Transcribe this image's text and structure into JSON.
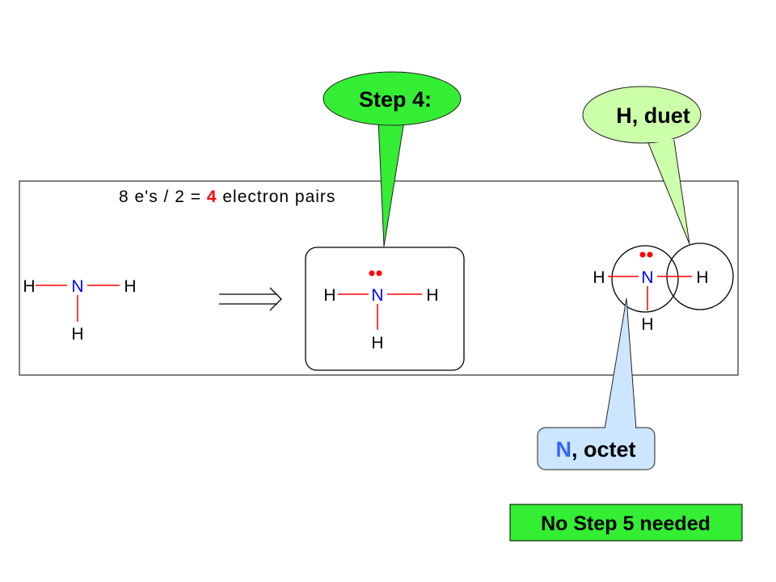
{
  "formula": {
    "part1": "8 e's / 2 = ",
    "highlight": "4",
    "part2": " electron  pairs"
  },
  "molecules": {
    "left": {
      "center": "N",
      "left": "H",
      "right": "H",
      "bottom": "H"
    },
    "middle": {
      "center": "N",
      "left": "H",
      "right": "H",
      "bottom": "H"
    },
    "right": {
      "center": "N",
      "left": "H",
      "right": "H",
      "bottom": "H"
    }
  },
  "callouts": {
    "step4": "Step 4:",
    "duet": "H, duet",
    "octet_symbol": "N",
    "octet_rest": ", octet"
  },
  "result_badge": "No Step 5 needed",
  "colors": {
    "nitrogen": "#0000ff",
    "bond": "#ff0000",
    "lone_pair": "#ff0000",
    "highlight": "#ff0000",
    "green_callout": "#33ee33",
    "blue_callout": "#cce6ff",
    "light_green_callout": "#ccffaa",
    "octet_symbol": "#3366ff"
  }
}
